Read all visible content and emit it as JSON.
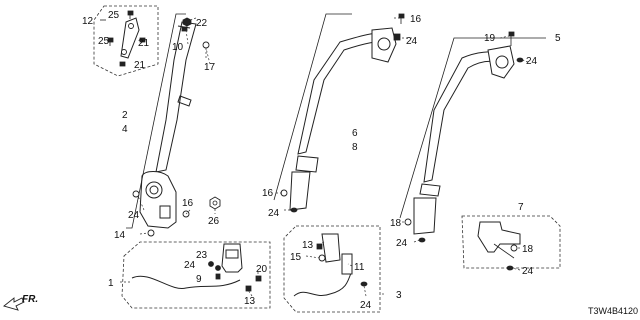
{
  "callouts": {
    "c12": "12",
    "c25a": "25",
    "c25b": "25",
    "c21a": "21",
    "c21b": "21",
    "c22": "22",
    "c10": "10",
    "c17": "17",
    "c2": "2",
    "c4": "4",
    "c24a": "24",
    "c16a": "16",
    "c26": "26",
    "c14": "14",
    "c16b": "16",
    "c24b": "24",
    "c6": "6",
    "c8": "8",
    "c16c": "16",
    "c24c": "24",
    "c5": "5",
    "c19": "19",
    "c24d": "24",
    "c18a": "18",
    "c24e": "24",
    "c7": "7",
    "c18b": "18",
    "c24f": "24",
    "c1": "1",
    "c23": "23",
    "c24g": "24",
    "c9": "9",
    "c20": "20",
    "c13a": "13",
    "c13b": "13",
    "c15": "15",
    "c11": "11",
    "c24h": "24",
    "c3": "3"
  },
  "direction_label": "FR.",
  "diagram_code": "T3W4B4120",
  "icons": {
    "bolt": "bolt-icon",
    "nut": "nut-icon",
    "direction": "front-direction-arrow-icon"
  }
}
